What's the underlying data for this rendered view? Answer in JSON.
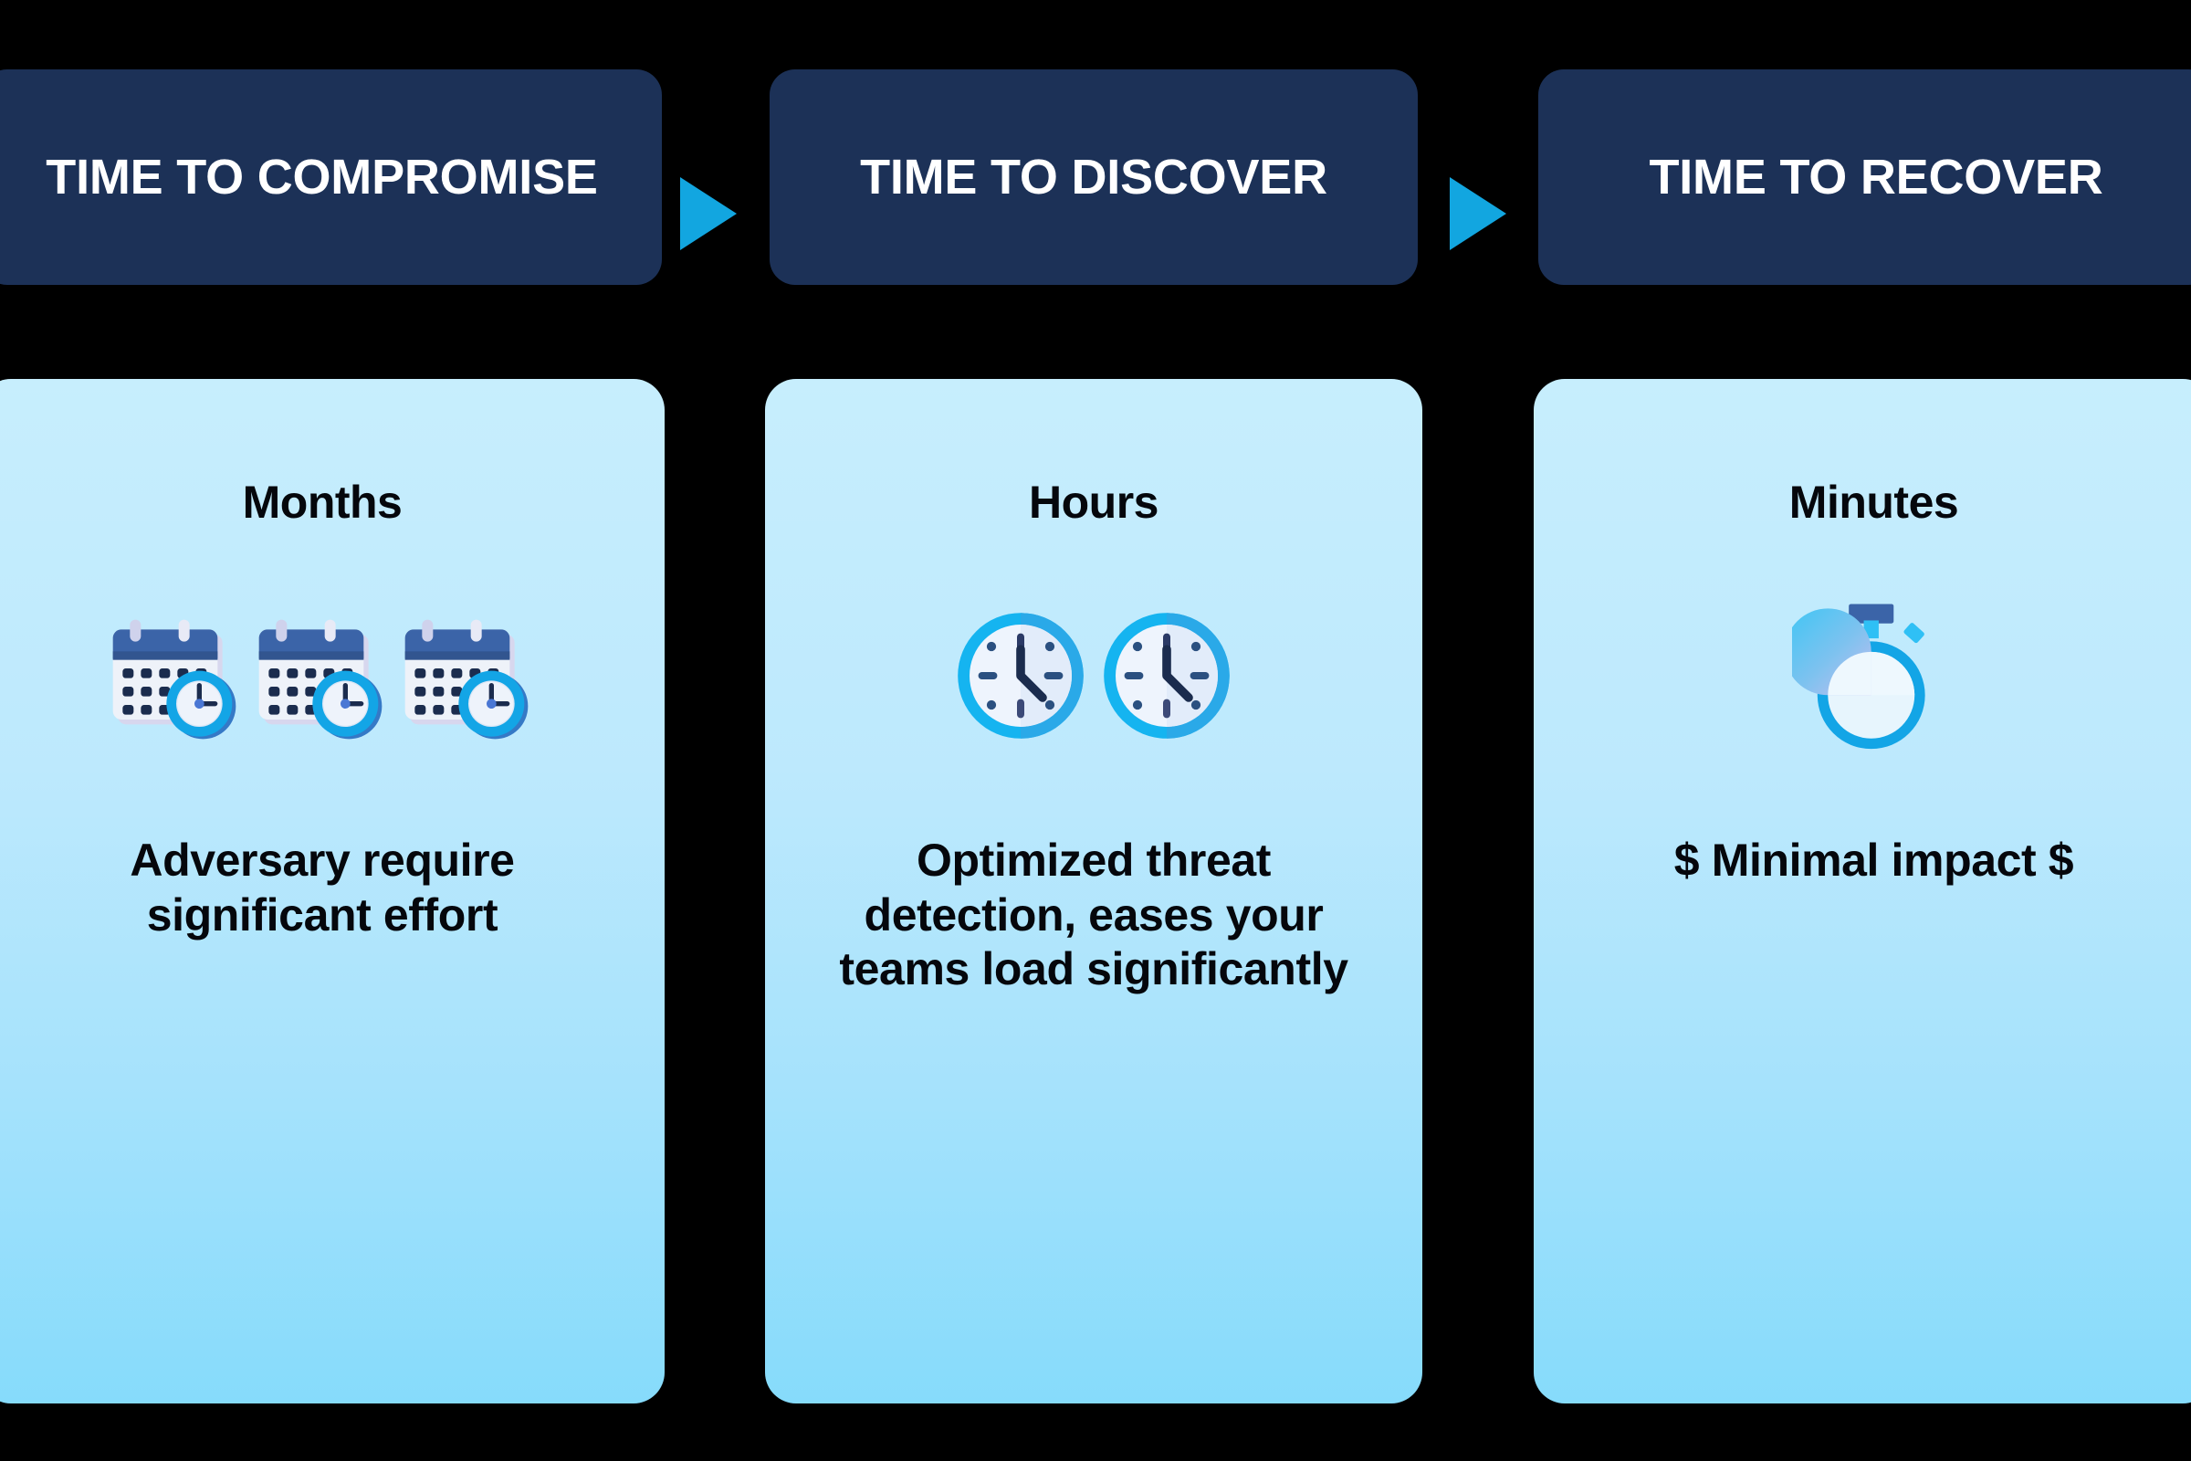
{
  "colors": {
    "background": "#000000",
    "header_navy": "#1c3157",
    "arrow_cyan": "#12a6e0",
    "card_gradient_top": "#c7eefd",
    "card_gradient_bottom": "#86dbfb",
    "text_dark": "#05070c",
    "header_text": "#ffffff"
  },
  "headers": [
    {
      "label": "TIME TO COMPROMISE"
    },
    {
      "label": "TIME TO DISCOVER"
    },
    {
      "label": "TIME TO RECOVER"
    }
  ],
  "arrows": [
    {
      "name": "arrow-compromise-to-discover"
    },
    {
      "name": "arrow-discover-to-recover"
    }
  ],
  "cards": [
    {
      "heading": "Months",
      "icon": "calendar-clock-icon",
      "icon_count": 3,
      "body": "Adversary require significant effort"
    },
    {
      "heading": "Hours",
      "icon": "clock-icon",
      "icon_count": 2,
      "body": "Optimized threat detection, eases your teams load significantly"
    },
    {
      "heading": "Minutes",
      "icon": "stopwatch-icon",
      "icon_count": 1,
      "body": "$ Minimal impact $"
    }
  ]
}
